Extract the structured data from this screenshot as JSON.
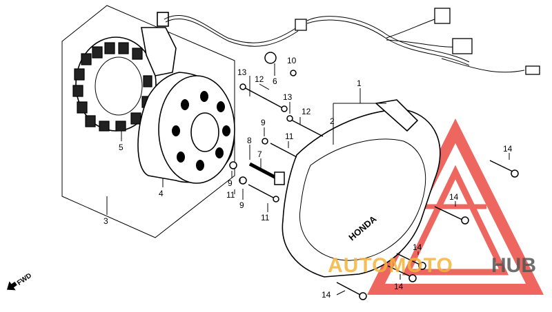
{
  "callouts": [
    {
      "id": "c1",
      "text": "1"
    },
    {
      "id": "c2",
      "text": "2"
    },
    {
      "id": "c3",
      "text": "3"
    },
    {
      "id": "c4",
      "text": "4"
    },
    {
      "id": "c5",
      "text": "5"
    },
    {
      "id": "c6",
      "text": "6"
    },
    {
      "id": "c7",
      "text": "7"
    },
    {
      "id": "c8",
      "text": "8"
    },
    {
      "id": "c9a",
      "text": "9"
    },
    {
      "id": "c9b",
      "text": "9"
    },
    {
      "id": "c9c",
      "text": "9"
    },
    {
      "id": "c10",
      "text": "10"
    },
    {
      "id": "c11a",
      "text": "11"
    },
    {
      "id": "c11b",
      "text": "11"
    },
    {
      "id": "c11c",
      "text": "11"
    },
    {
      "id": "c12a",
      "text": "12"
    },
    {
      "id": "c12b",
      "text": "12"
    },
    {
      "id": "c13a",
      "text": "13"
    },
    {
      "id": "c13b",
      "text": "13"
    },
    {
      "id": "c14a",
      "text": "14"
    },
    {
      "id": "c14b",
      "text": "14"
    },
    {
      "id": "c14c",
      "text": "14"
    },
    {
      "id": "c14d",
      "text": "14"
    },
    {
      "id": "c14e",
      "text": "14"
    }
  ],
  "fwd_label": "FWD",
  "cover_brand": "HONDA",
  "watermark": {
    "text_left": "AUTOMOTO",
    "text_right": "HUB",
    "color_primary": "#e8332a",
    "color_secondary": "#f4b33c"
  }
}
